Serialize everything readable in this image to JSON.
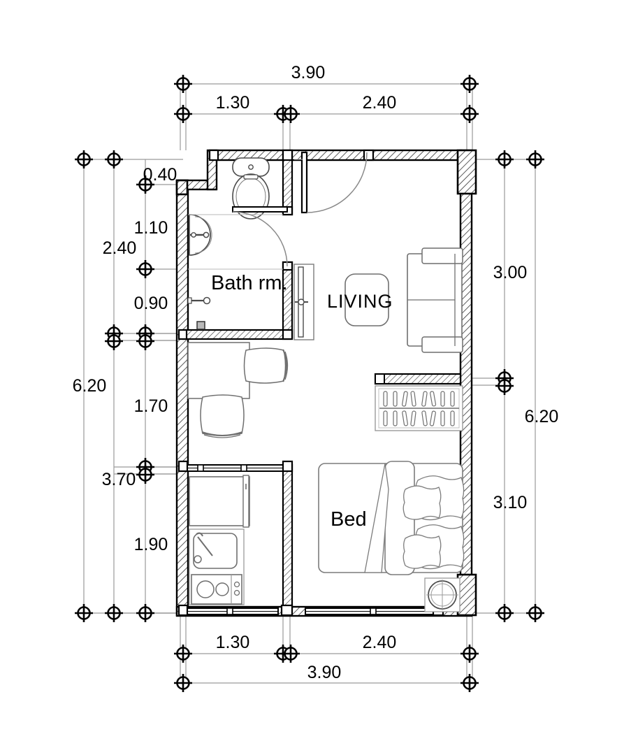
{
  "drawing": {
    "type": "architectural-floor-plan",
    "units": "meters",
    "overall_width": "3.90",
    "overall_height": "6.20"
  },
  "rooms": [
    {
      "key": "bath",
      "label": "Bath rm."
    },
    {
      "key": "living",
      "label": "LIVING"
    },
    {
      "key": "bed",
      "label": "Bed"
    }
  ],
  "labels": {
    "bath": "Bath rm.",
    "living": "LIVING",
    "bed": "Bed"
  },
  "dimensions": {
    "top_outer": "3.90",
    "top_inner_left": "1.30",
    "top_inner_right": "2.40",
    "bottom_outer": "3.90",
    "bottom_inner_left": "1.30",
    "bottom_inner_right": "2.40",
    "left_outer": "6.20",
    "left_mid": "2.40",
    "left_mid2": "3.70",
    "left_inner_1": "0.40",
    "left_inner_2": "1.10",
    "left_inner_3": "0.90",
    "left_inner_4": "1.70",
    "left_inner_5": "1.90",
    "right_outer": "6.20",
    "right_inner_top": "3.00",
    "right_inner_bottom": "3.10"
  },
  "fixtures": [
    {
      "name": "toilet",
      "room": "bath"
    },
    {
      "name": "wash-basin",
      "room": "bath"
    },
    {
      "name": "shower-screen",
      "room": "bath"
    },
    {
      "name": "door-bath",
      "room": "bath"
    },
    {
      "name": "entry-door",
      "room": "living"
    },
    {
      "name": "sofa",
      "room": "living"
    },
    {
      "name": "coffee-table",
      "room": "living"
    },
    {
      "name": "wardrobe",
      "room": "bed"
    },
    {
      "name": "bed",
      "room": "bed"
    },
    {
      "name": "pillow",
      "room": "bed"
    },
    {
      "name": "round-table",
      "room": "bed"
    },
    {
      "name": "refrigerator",
      "room": "kitchen"
    },
    {
      "name": "kitchen-sink",
      "room": "kitchen"
    },
    {
      "name": "gas-stove",
      "room": "kitchen"
    },
    {
      "name": "desk",
      "room": "study"
    },
    {
      "name": "chair",
      "room": "study"
    }
  ],
  "colors": {
    "line": "#000000",
    "dim_line": "#808080",
    "hatch": "#3a3a3a",
    "furniture": "#6b6b6b",
    "background": "#ffffff"
  }
}
